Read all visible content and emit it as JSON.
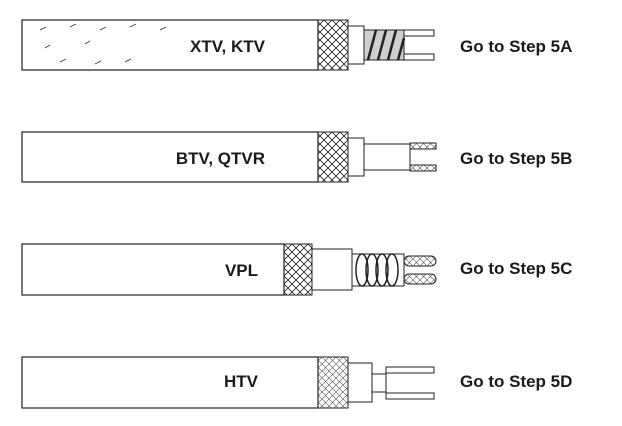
{
  "cables": [
    {
      "id": "5a",
      "label": "XTV, KTV",
      "step": "Go to Step 5A",
      "style": "xtv"
    },
    {
      "id": "5b",
      "label": "BTV, QTVR",
      "step": "Go to Step 5B",
      "style": "btv"
    },
    {
      "id": "5c",
      "label": "VPL",
      "step": "Go to Step 5C",
      "style": "vpl"
    },
    {
      "id": "5d",
      "label": "HTV",
      "step": "Go to Step 5D",
      "style": "htv"
    }
  ]
}
